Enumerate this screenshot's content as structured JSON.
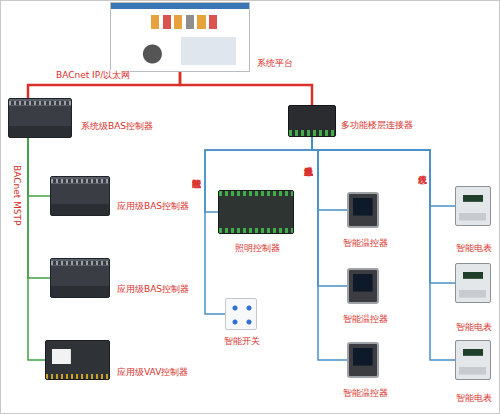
{
  "diagram": {
    "nodes": [
      {
        "text": [
          "系统平台"
        ]
      },
      {
        "text": [
          "系统级BAS控制器"
        ]
      },
      {
        "text": [
          "应用级BAS控制器"
        ]
      },
      {
        "text": [
          "应用级BAS控制器"
        ]
      },
      {
        "text": [
          "应用级VAV控制器"
        ]
      },
      {
        "text": [
          "多功能楼层连接器"
        ]
      },
      {
        "text": [
          "照明控制器"
        ]
      },
      {
        "text": [
          "智能开关"
        ]
      },
      {
        "text": [
          "智能温控器"
        ]
      },
      {
        "text": [
          "智能温控器"
        ]
      },
      {
        "text": [
          "智能温控器"
        ]
      },
      {
        "text": [
          "智能电表"
        ]
      },
      {
        "text": [
          "智能电表"
        ]
      },
      {
        "text": [
          "智能电表"
        ]
      }
    ],
    "edges": [
      {
        "from": 0,
        "to": 1,
        "label": "BACnet IP/以太网",
        "arrow": "none"
      },
      {
        "from": 0,
        "to": 5,
        "arrow": "none"
      },
      {
        "from": 1,
        "to": 2,
        "label": "BACnet MSTP",
        "arrow": "none"
      },
      {
        "from": 1,
        "to": 3,
        "arrow": "none"
      },
      {
        "from": 1,
        "to": 4,
        "arrow": "none"
      },
      {
        "from": 5,
        "to": 6,
        "label": "智能照明总线",
        "arrow": "none"
      },
      {
        "from": 5,
        "to": 7,
        "arrow": "none"
      },
      {
        "from": 5,
        "to": 8,
        "label": "风机盘管通讯总线",
        "arrow": "none"
      },
      {
        "from": 5,
        "to": 9,
        "arrow": "none"
      },
      {
        "from": 5,
        "to": 10,
        "arrow": "none"
      },
      {
        "from": 5,
        "to": 11,
        "label": "仪表总线",
        "arrow": "none"
      },
      {
        "from": 5,
        "to": 12,
        "arrow": "none"
      },
      {
        "from": 5,
        "to": 13,
        "arrow": "none"
      }
    ]
  }
}
